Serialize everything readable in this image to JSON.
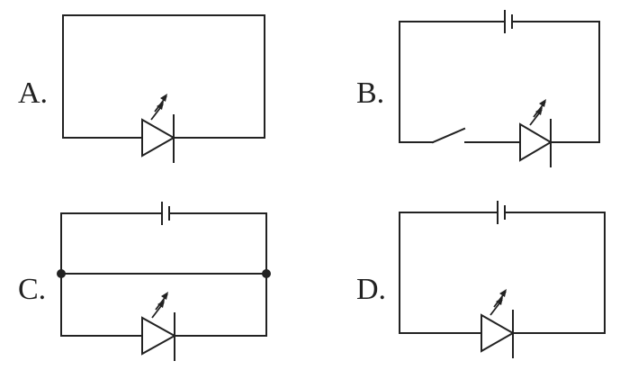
{
  "options": [
    {
      "label": "A."
    },
    {
      "label": "B."
    },
    {
      "label": "C."
    },
    {
      "label": "D."
    }
  ],
  "colors": {
    "line": "#222222",
    "background": "#ffffff"
  }
}
